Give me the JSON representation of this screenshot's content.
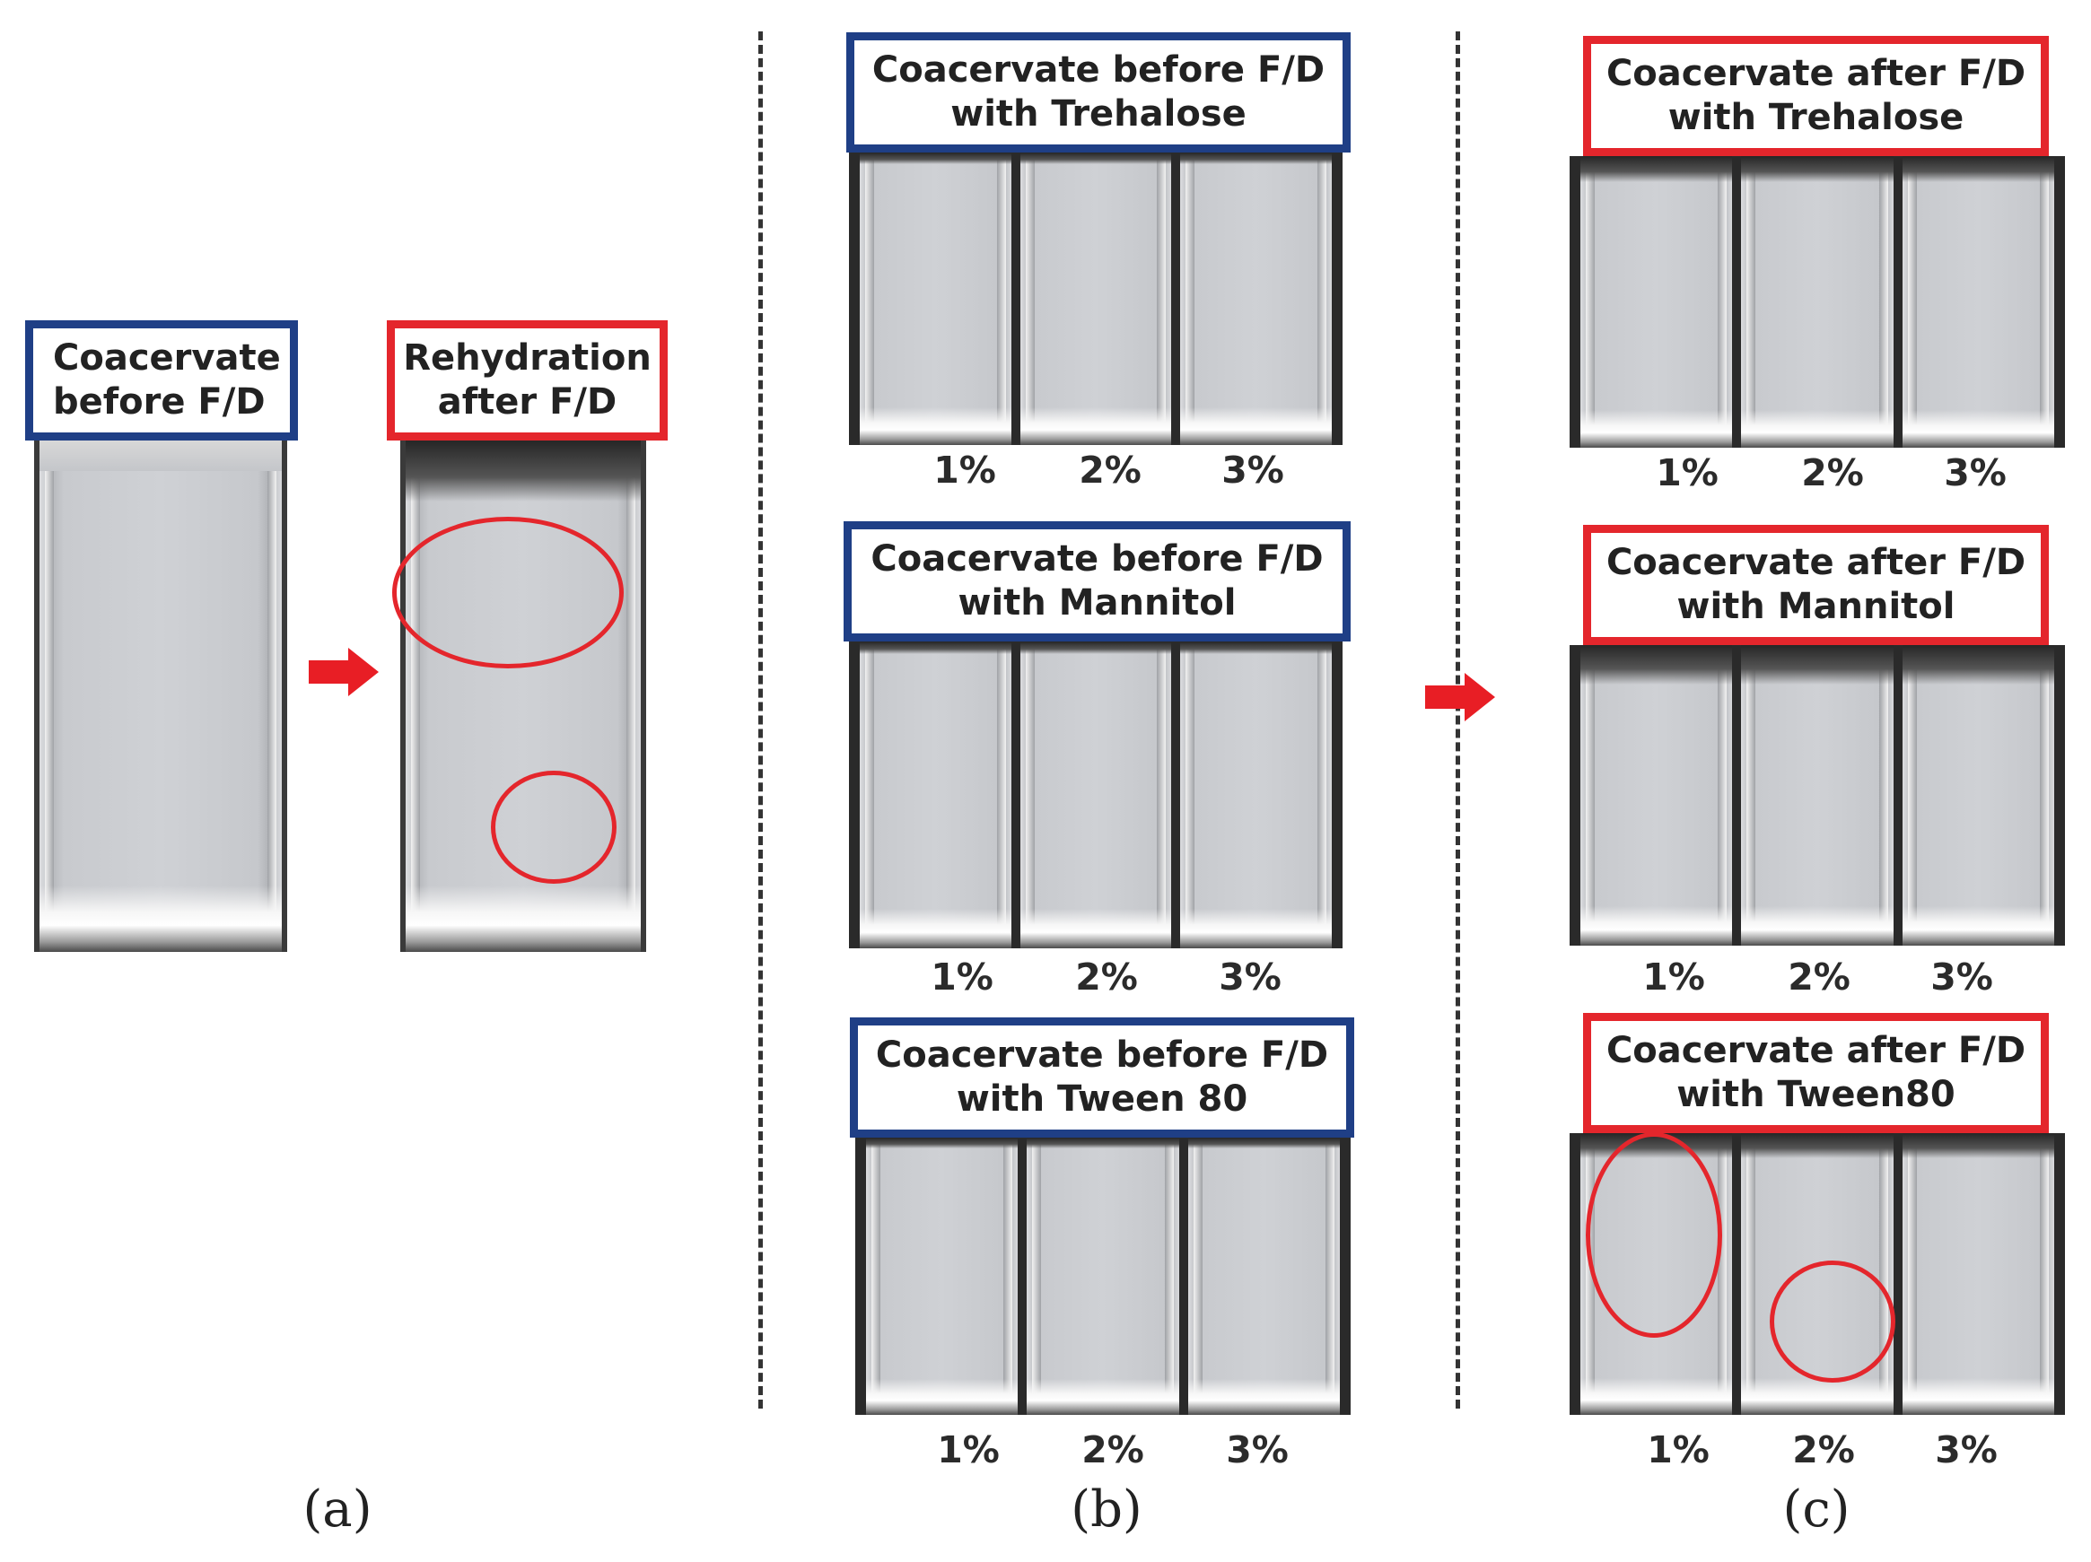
{
  "panel_a": {
    "before_label": [
      "Coacervate",
      "before F/D"
    ],
    "after_label": [
      "Rehydration",
      "after F/D"
    ],
    "letter": "(a)"
  },
  "panel_b": {
    "letter": "(b)",
    "groups": [
      {
        "label": [
          "Coacervate before F/D",
          "with Trehalose"
        ],
        "pcts": [
          "1%",
          "2%",
          "3%"
        ]
      },
      {
        "label": [
          "Coacervate before F/D",
          "with Mannitol"
        ],
        "pcts": [
          "1%",
          "2%",
          "3%"
        ]
      },
      {
        "label": [
          "Coacervate before F/D",
          "with Tween 80"
        ],
        "pcts": [
          "1%",
          "2%",
          "3%"
        ]
      }
    ]
  },
  "panel_c": {
    "letter": "(c)",
    "groups": [
      {
        "label": [
          "Coacervate after F/D",
          "with Trehalose"
        ],
        "pcts": [
          "1%",
          "2%",
          "3%"
        ]
      },
      {
        "label": [
          "Coacervate after F/D",
          "with Mannitol"
        ],
        "pcts": [
          "1%",
          "2%",
          "3%"
        ]
      },
      {
        "label": [
          "Coacervate after F/D",
          "with Tween80"
        ],
        "pcts": [
          "1%",
          "2%",
          "3%"
        ]
      }
    ]
  },
  "colors": {
    "before_border": "#1f3f86",
    "after_border": "#e4262c",
    "arrow": "#e81e25",
    "highlight_circle": "#e4262c"
  }
}
